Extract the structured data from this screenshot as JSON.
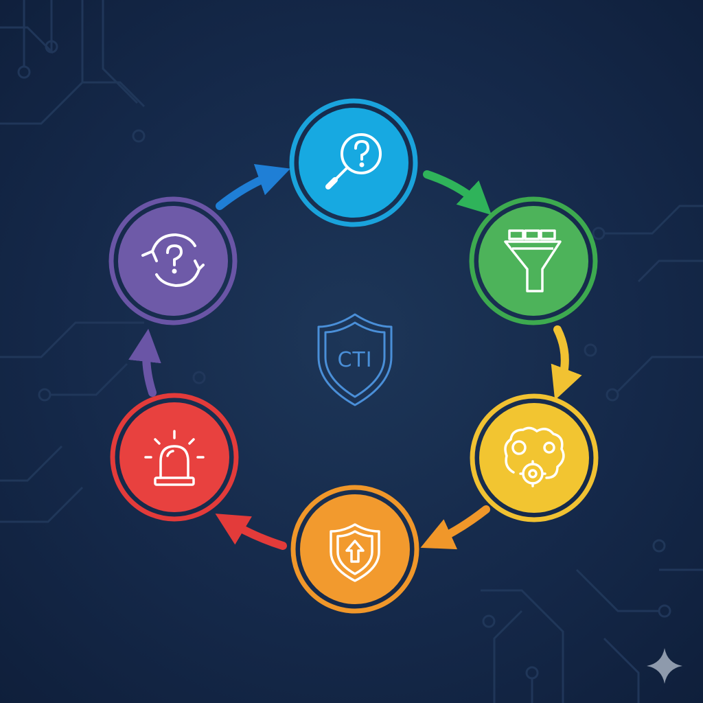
{
  "center": {
    "label": "CTI",
    "icon": "shield-icon",
    "color": "#4a8fd8"
  },
  "stages": [
    {
      "id": "direction",
      "icon": "magnifier-question-icon",
      "color": "#17a9e1",
      "ring": "#1aa3dc"
    },
    {
      "id": "collection",
      "icon": "funnel-documents-icon",
      "color": "#4db35a",
      "ring": "#3daa4f"
    },
    {
      "id": "analysis",
      "icon": "brain-gears-icon",
      "color": "#f2c531",
      "ring": "#f1c232"
    },
    {
      "id": "dissemination",
      "icon": "shield-upload-icon",
      "color": "#f29a2e",
      "ring": "#f0972a"
    },
    {
      "id": "alerting",
      "icon": "alarm-light-icon",
      "color": "#e8413f",
      "ring": "#e33b3a"
    },
    {
      "id": "feedback",
      "icon": "refresh-question-icon",
      "color": "#6e5aa8",
      "ring": "#6a55a6"
    }
  ],
  "arrows": [
    {
      "from": "feedback",
      "to": "direction",
      "color": "#1f7fd6"
    },
    {
      "from": "direction",
      "to": "collection",
      "color": "#2fb35a"
    },
    {
      "from": "collection",
      "to": "analysis",
      "color": "#f1c232"
    },
    {
      "from": "analysis",
      "to": "dissemination",
      "color": "#f0972a"
    },
    {
      "from": "dissemination",
      "to": "alerting",
      "color": "#e33b3a"
    },
    {
      "from": "alerting",
      "to": "feedback",
      "color": "#6a55a6"
    }
  ],
  "background": {
    "color": "#15294a",
    "circuit_color": "#22395c",
    "sparkle_icon": "sparkle-icon"
  }
}
